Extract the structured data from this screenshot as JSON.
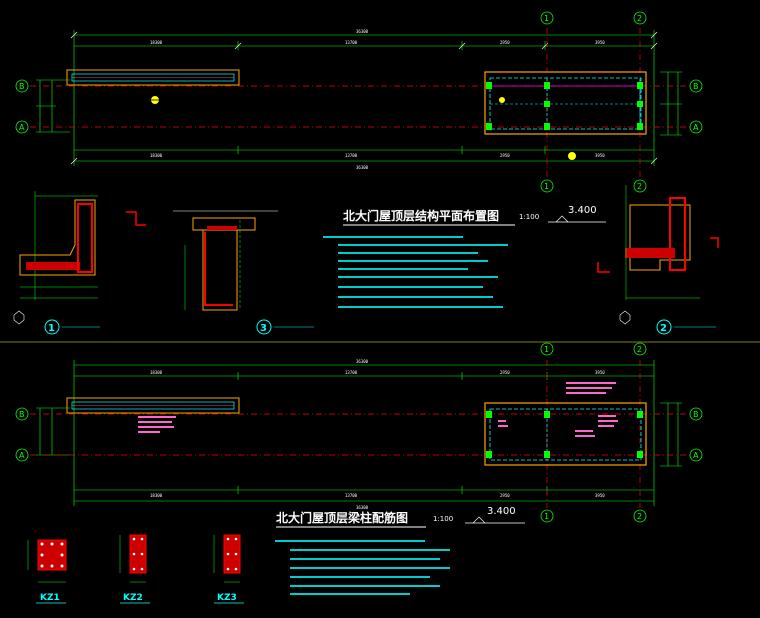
{
  "titles": {
    "plan_top": "北大门屋顶层结构平面布置图",
    "plan_top_scale": "1:100",
    "plan_top_elev": "3.400",
    "plan_bottom": "北大门屋顶层梁柱配筋图",
    "plan_bottom_scale": "1:100",
    "plan_bottom_elev": "3.400"
  },
  "axes": {
    "col1": "1",
    "col2": "2",
    "rowA": "A",
    "rowB": "B"
  },
  "sections": {
    "s1": "1",
    "s2": "2",
    "s3": "3"
  },
  "columns": [
    {
      "name": "KZ1"
    },
    {
      "name": "KZ2"
    },
    {
      "name": "KZ3"
    }
  ],
  "colors": {
    "background": "#000000",
    "axis": "#00ff00",
    "beam": "#00ffff",
    "column": "#ff0000",
    "rebar": "#ff66cc",
    "outline": "#ffa500",
    "divider": "#ffff00",
    "text": "#ffffff"
  }
}
